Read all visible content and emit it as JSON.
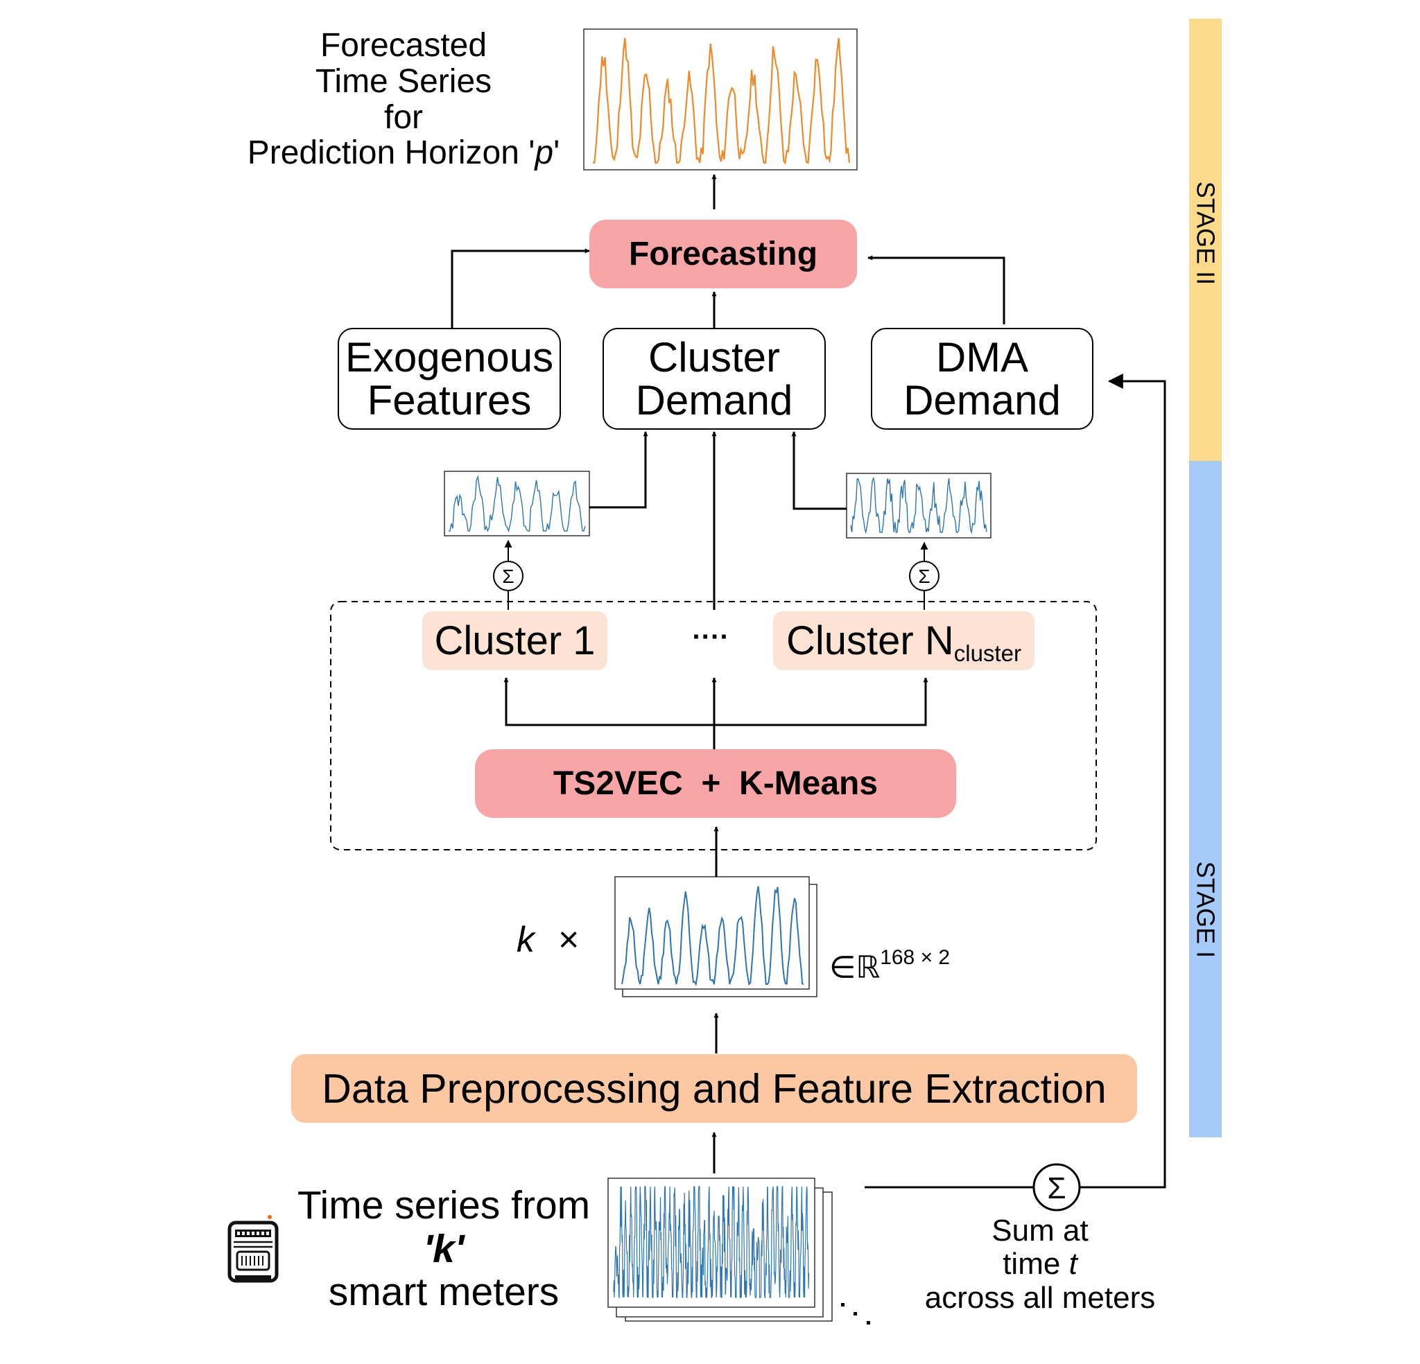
{
  "stage_bar": {
    "stage2": {
      "label": "STAGE II",
      "color": "#fdd98a"
    },
    "stage1": {
      "label": "STAGE I",
      "color": "#a6cbfb"
    }
  },
  "top_caption": {
    "line1": "Forecasted",
    "line2": "Time Series",
    "line3": "for",
    "line4_prefix": "Prediction Horizon '",
    "line4_var": "p",
    "line4_suffix": "'"
  },
  "forecasting": {
    "label": "Forecasting",
    "color": "#f8a5a8"
  },
  "exogenous": {
    "line1": "Exogenous",
    "line2": "Features"
  },
  "cluster_demand": {
    "line1": "Cluster",
    "line2": "Demand"
  },
  "dma_demand": {
    "line1": "DMA",
    "line2": "Demand"
  },
  "sigma": "Σ",
  "cluster1": {
    "label": "Cluster 1",
    "color": "#fde3d3"
  },
  "cluster_dots": "····",
  "cluster_n": {
    "label": "Cluster N",
    "sub": "cluster",
    "color": "#fde3d3"
  },
  "ts2vec": {
    "label": "TS2VEC  +  K-Means",
    "color": "#f8a5a8"
  },
  "k_times": {
    "k": "k",
    "times": "×"
  },
  "dim_label": {
    "prefix": "∈ℝ",
    "sup": "168 × 2"
  },
  "preprocess": {
    "label": "Data Preprocessing and Feature Extraction",
    "color": "#fcc8a4"
  },
  "input_caption": {
    "line1": "Time series from",
    "line2": "'k'",
    "line3": "smart meters"
  },
  "sum_caption": {
    "line1": "Sum at",
    "line2_prefix": "time ",
    "line2_var": "t",
    "line3": "across all meters"
  },
  "icons": [
    "smart-meter-icon",
    "sigma-icon",
    "ellipsis-dots-icon"
  ],
  "colors": {
    "forecast_series": "#ee8a2a",
    "demand_series": "#2e74b0"
  }
}
